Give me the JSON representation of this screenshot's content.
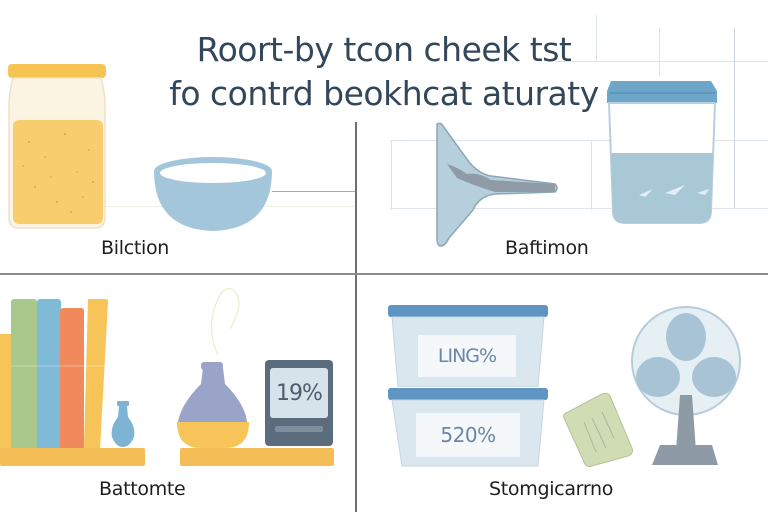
{
  "title": {
    "line1": "Roort-by tcon cheek tst",
    "line2": "fo contrd beokhcat aturaty"
  },
  "panels": [
    {
      "id": "top-left",
      "label": "Bilction",
      "items": [
        "jar",
        "bowl"
      ]
    },
    {
      "id": "top-right",
      "label": "Baftimon",
      "items": [
        "wall-vent",
        "water-container"
      ]
    },
    {
      "id": "bottom-left",
      "label": "Battomte",
      "items": [
        "books",
        "small-vase",
        "diffuser",
        "hygrometer"
      ],
      "hygrometer_reading": "19%"
    },
    {
      "id": "bottom-right",
      "label": "Stomgicarrno",
      "items": [
        "storage-bin-top",
        "storage-bin-bottom",
        "desiccant-pack",
        "fan"
      ],
      "bin_labels": [
        "LING%",
        "520%"
      ]
    }
  ],
  "colors": {
    "title": "#33475b",
    "jar_lid": "#f5c452",
    "jar_fill": "#f7cd6e",
    "bowl": "#a4c6db",
    "container_lid": "#6ea6c9",
    "water": "#a9c8d6",
    "book_green": "#a8c98b",
    "book_blue": "#7fbad6",
    "book_orange": "#f08a5d",
    "book_yellow": "#f7c45a",
    "shelf": "#f4bd55",
    "diffuser_top": "#9aa3c8",
    "hygrometer_frame": "#5b6c7c",
    "hygrometer_screen": "#d7e3ea",
    "bin_lid": "#5f95c2",
    "fan": "#a8c3d4"
  }
}
